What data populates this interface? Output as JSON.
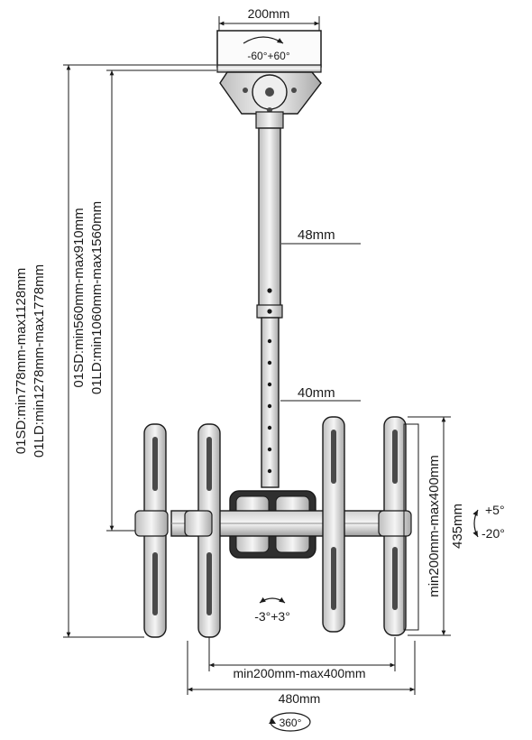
{
  "dimensions": {
    "plate_width": "200mm",
    "swivel_top": "-60°+60°",
    "pole_upper_diameter": "48mm",
    "pole_lower_diameter": "40mm",
    "tilt": {
      "up": "+5°",
      "down": "-20°"
    },
    "roll": "-3°+3°",
    "vesa_horizontal": "min200mm-max400mm",
    "overall_width": "480mm",
    "rotation": "360°",
    "vesa_vertical": "min200mm-max400mm",
    "bracket_height": "435mm",
    "pole_range_sd": "01SD:min560mm-max910mm",
    "pole_range_ld": "01LD:min1060mm-max1560mm",
    "total_range_sd": "01SD:min778mm-max1128mm",
    "total_range_ld": "01LD:min1278mm-max1778mm"
  },
  "colors": {
    "line": "#1a1a1a",
    "metal_light": "#e6e6e6",
    "metal_dark": "#4a4a4a"
  }
}
